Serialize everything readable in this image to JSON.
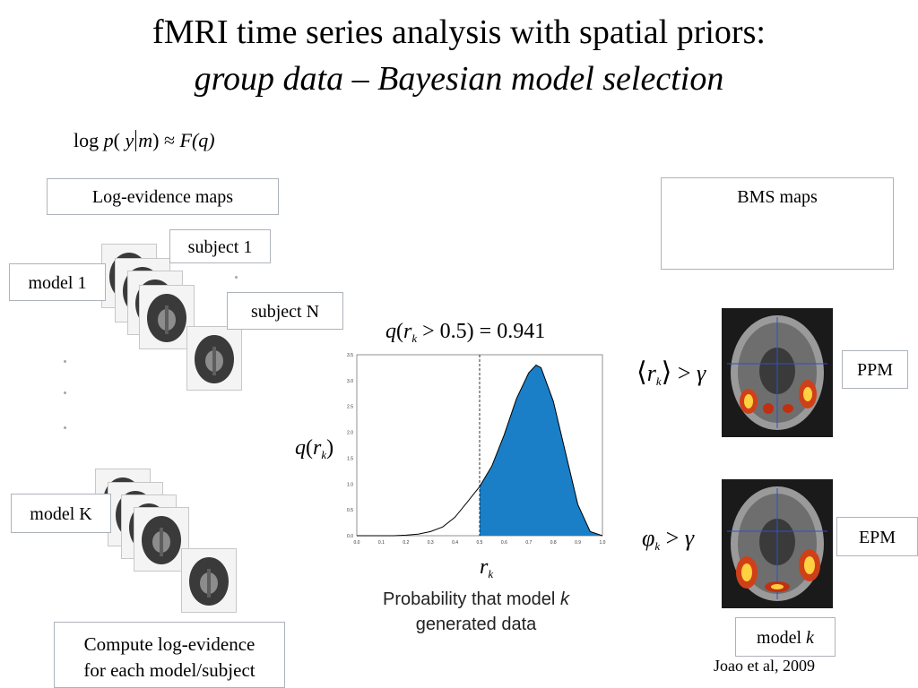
{
  "title": {
    "line1": "fMRI time series analysis with spatial priors:",
    "line2": "group data – Bayesian model selection"
  },
  "equation": {
    "log": "log",
    "p": "p",
    "lparen": "(",
    "y": "y",
    "m": "m",
    "rparen": ")",
    "approx": "≈",
    "F": "F",
    "q": "(q)"
  },
  "labels": {
    "log_evidence_maps": "Log-evidence maps",
    "bms_maps": "BMS maps",
    "subject_1": "subject 1",
    "subject_n": "subject N",
    "model_1": "model 1",
    "model_k_upper": "model K",
    "compute_line1": "Compute log-evidence",
    "compute_line2": "for each model/subject",
    "ppm": "PPM",
    "epm": "EPM",
    "model_k_lower_prefix": "model ",
    "model_k_lower_k": "k",
    "citation": "Joao et al, 2009",
    "caption_line1_prefix": "Probability that model ",
    "caption_line1_k": "k",
    "caption_line2": "generated data"
  },
  "formulas": {
    "q_threshold": {
      "q": "q",
      "r": "r",
      "k": "k",
      "gt": ">",
      "value": "0.5",
      "eq": "=",
      "result": "0.941"
    },
    "q_rk_axis": {
      "q": "q",
      "r": "r",
      "k": "k"
    },
    "rk_xaxis": {
      "r": "r",
      "k": "k"
    },
    "ppm_cond": {
      "r": "r",
      "k": "k",
      "gt": ">",
      "gamma": "γ"
    },
    "epm_cond": {
      "phi": "φ",
      "k": "k",
      "gt": ">",
      "gamma": "γ"
    }
  },
  "chart_data": {
    "type": "area",
    "x_ticks": [
      "0.0",
      "0.1",
      "0.2",
      "0.3",
      "0.4",
      "0.5",
      "0.6",
      "0.7",
      "0.8",
      "0.9",
      "1.0"
    ],
    "y_ticks": [
      "0.0",
      "0.5",
      "1.0",
      "1.5",
      "2.0",
      "2.5",
      "3.0",
      "3.5"
    ],
    "xlim": [
      0,
      1
    ],
    "ylim": [
      0,
      3.5
    ],
    "threshold": 0.5,
    "shaded_region": [
      0.5,
      1.0
    ],
    "curve": {
      "x": [
        0.0,
        0.05,
        0.1,
        0.15,
        0.2,
        0.25,
        0.3,
        0.35,
        0.4,
        0.45,
        0.5,
        0.55,
        0.6,
        0.65,
        0.7,
        0.73,
        0.75,
        0.8,
        0.85,
        0.9,
        0.95,
        1.0
      ],
      "y": [
        0.0,
        0.0,
        0.0,
        0.0,
        0.01,
        0.03,
        0.08,
        0.17,
        0.36,
        0.65,
        0.95,
        1.35,
        1.95,
        2.65,
        3.15,
        3.3,
        3.25,
        2.6,
        1.6,
        0.6,
        0.08,
        0.0
      ]
    },
    "colors": {
      "fill": "#1a7fc7",
      "line": "#000000"
    }
  }
}
